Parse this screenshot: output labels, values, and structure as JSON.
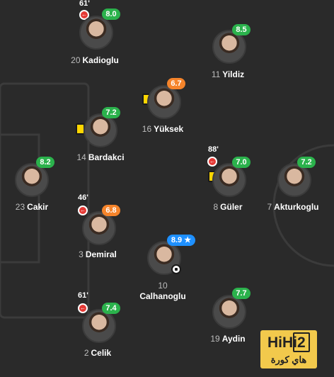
{
  "pitch": {
    "line_color": "#3b3b3b",
    "background": "#2a2a2a"
  },
  "players": [
    {
      "key": "kadioglu",
      "number": "20",
      "name": "Kadioglu",
      "rating": "8.0",
      "rating_color": "green",
      "sub_minute": "61'",
      "events": [
        "substitution"
      ]
    },
    {
      "key": "yildiz",
      "number": "11",
      "name": "Yildiz",
      "rating": "8.5",
      "rating_color": "green",
      "events": []
    },
    {
      "key": "yuksek",
      "number": "16",
      "name": "Yüksek",
      "rating": "6.7",
      "rating_color": "orange",
      "events": [
        "yellow-card"
      ]
    },
    {
      "key": "bardakci",
      "number": "14",
      "name": "Bardakci",
      "rating": "7.2",
      "rating_color": "green",
      "events": [
        "yellow-card"
      ]
    },
    {
      "key": "cakir",
      "number": "23",
      "name": "Cakir",
      "rating": "8.2",
      "rating_color": "green",
      "events": []
    },
    {
      "key": "guler",
      "number": "8",
      "name": "Güler",
      "rating": "7.0",
      "rating_color": "green",
      "sub_minute": "88'",
      "events": [
        "substitution",
        "yellow-card"
      ]
    },
    {
      "key": "akturkoglu",
      "number": "7",
      "name": "Akturkoglu",
      "rating": "7.2",
      "rating_color": "green",
      "events": []
    },
    {
      "key": "demiral",
      "number": "3",
      "name": "Demiral",
      "rating": "6.8",
      "rating_color": "orange",
      "sub_minute": "46'",
      "events": [
        "substitution"
      ]
    },
    {
      "key": "calhanoglu",
      "number": "10",
      "name": "Calhanoglu",
      "rating": "8.9",
      "rating_color": "blue",
      "star": "★",
      "events": [
        "goal"
      ]
    },
    {
      "key": "celik",
      "number": "2",
      "name": "Celik",
      "rating": "7.4",
      "rating_color": "green",
      "sub_minute": "61'",
      "events": [
        "substitution"
      ]
    },
    {
      "key": "aydin",
      "number": "19",
      "name": "Aydin",
      "rating": "7.7",
      "rating_color": "green",
      "events": []
    }
  ],
  "icons": {
    "substitution": "substitution-icon",
    "yellow-card": "yellow-card-icon",
    "goal": "football-icon"
  },
  "watermark": {
    "main": "HiHi2",
    "sub": "هاي كورة"
  }
}
